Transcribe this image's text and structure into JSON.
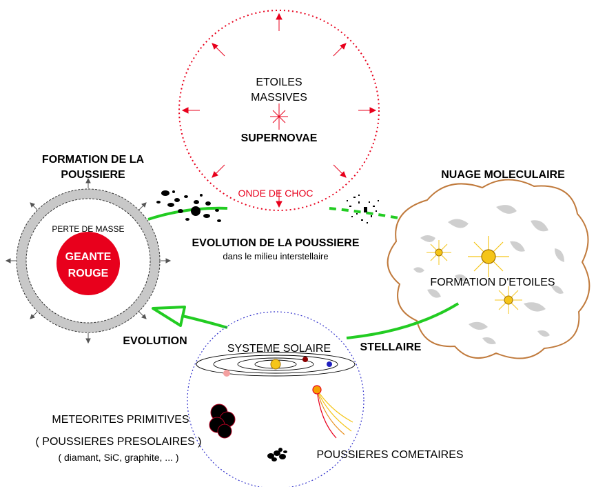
{
  "supernova": {
    "line1": "ETOILES",
    "line2": "MASSIVES",
    "title": "SUPERNOVAE",
    "shock": "ONDE DE CHOC"
  },
  "red_giant": {
    "heading_line1": "FORMATION DE LA",
    "heading_line2": "POUSSIERE",
    "mass_loss": "PERTE DE MASSE",
    "star_line1": "GEANTE",
    "star_line2": "ROUGE"
  },
  "dust_evolution": {
    "title": "EVOLUTION DE LA POUSSIERE",
    "subtitle": "dans le milieu interstellaire"
  },
  "cloud": {
    "title": "NUAGE MOLECULAIRE",
    "star_formation": "FORMATION D'ETOILES"
  },
  "cycle": {
    "left_word": "EVOLUTION",
    "right_word": "STELLAIRE"
  },
  "solar_system": {
    "title": "SYSTEME SOLAIRE",
    "meteorites": "METEORITES PRIMITIVES",
    "presolar": "( POUSSIERES PRESOLAIRES )",
    "examples": "( diamant, SiC, graphite, ... )",
    "comet_dust": "POUSSIERES COMETAIRES"
  },
  "colors": {
    "red": "#e8001c",
    "green": "#22cc22",
    "blue": "#3333cc",
    "cloud_outline": "#c07a3c",
    "star_yellow": "#f5c518",
    "ring_gray": "#c8c8c8"
  }
}
